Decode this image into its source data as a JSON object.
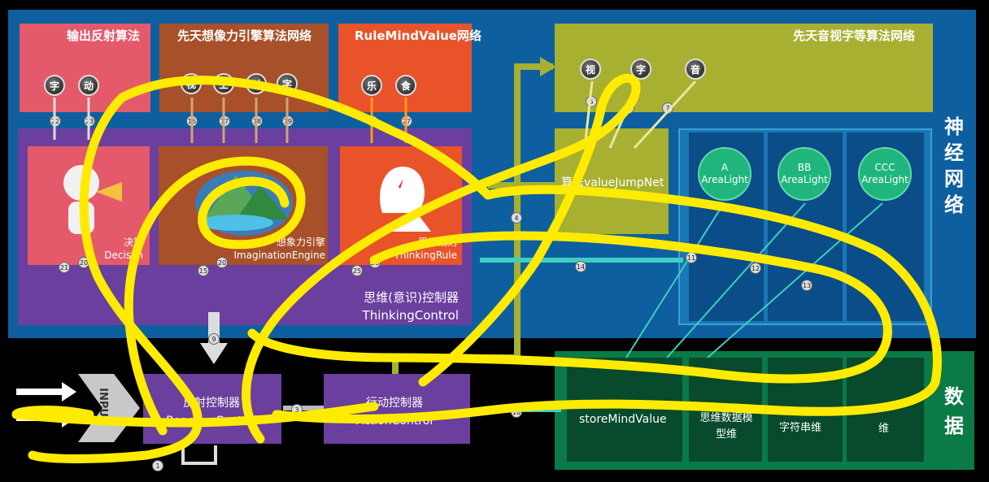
{
  "panels": {
    "output_reflex": {
      "title": "输出反射算法",
      "chars": [
        "字",
        "动"
      ],
      "nums": [
        "22",
        "23"
      ],
      "color": "#e45a6a"
    },
    "imagination_net": {
      "title": "先天想像力引擎算法网络",
      "chars": [
        "视",
        "空",
        "时",
        "字"
      ],
      "nums": [
        "16",
        "17",
        "18",
        "19"
      ],
      "color": "#a8502a"
    },
    "rulemind_net": {
      "title": "RuleMindValue网络",
      "chars": [
        "乐",
        "食"
      ],
      "nums": [
        "26",
        "27"
      ],
      "color": "#e8532a"
    },
    "innate_net": {
      "title": "先天音视字等算法网络",
      "chars": [
        "视",
        "字",
        "音"
      ],
      "nums": [
        "5",
        "6",
        "7"
      ],
      "color": "#a8b031"
    }
  },
  "thinking_control": {
    "label_cn": "思维(意识)控制器",
    "label_en": "ThinkingControl",
    "decision": {
      "cn": "决策",
      "en": "Decison",
      "nums": [
        "21",
        "20"
      ]
    },
    "imagination": {
      "cn": "想象力引擎",
      "en": "ImaginationEngine",
      "nums": [
        "15",
        "20"
      ]
    },
    "thinking_rule": {
      "cn": "思维规则",
      "en": "ThinkingRule",
      "nums": [
        "25",
        "26"
      ]
    }
  },
  "algo_net": {
    "label": "算法valueJumpNet"
  },
  "neural_net": {
    "side_label": "神经网络",
    "lights": [
      {
        "line1": "A",
        "line2": "AreaLight"
      },
      {
        "line1": "BB",
        "line2": "AreaLight"
      },
      {
        "line1": "CCC",
        "line2": "AreaLight"
      }
    ]
  },
  "data_area": {
    "side_label": "数据",
    "cells": [
      "storeMindValue",
      "思维数据模型维",
      "字符串维",
      "维"
    ]
  },
  "bottom": {
    "input_label": "INPUT",
    "reflex_controller": {
      "cn": "反射控制器",
      "en": "ReactionControl"
    },
    "action_control": {
      "cn": "行动控制器",
      "en": "ActionControl"
    }
  },
  "flow_numbers": [
    "1",
    "3",
    "4",
    "9",
    "10",
    "11",
    "12",
    "13",
    "14"
  ],
  "colors": {
    "background": "#000000",
    "neural_blue": "#0d5fa0",
    "thinking_purple": "#6a3f9e",
    "data_green": "#0a7a46",
    "teal_line": "#3fcfbf",
    "highlight": "#ffeb00"
  }
}
